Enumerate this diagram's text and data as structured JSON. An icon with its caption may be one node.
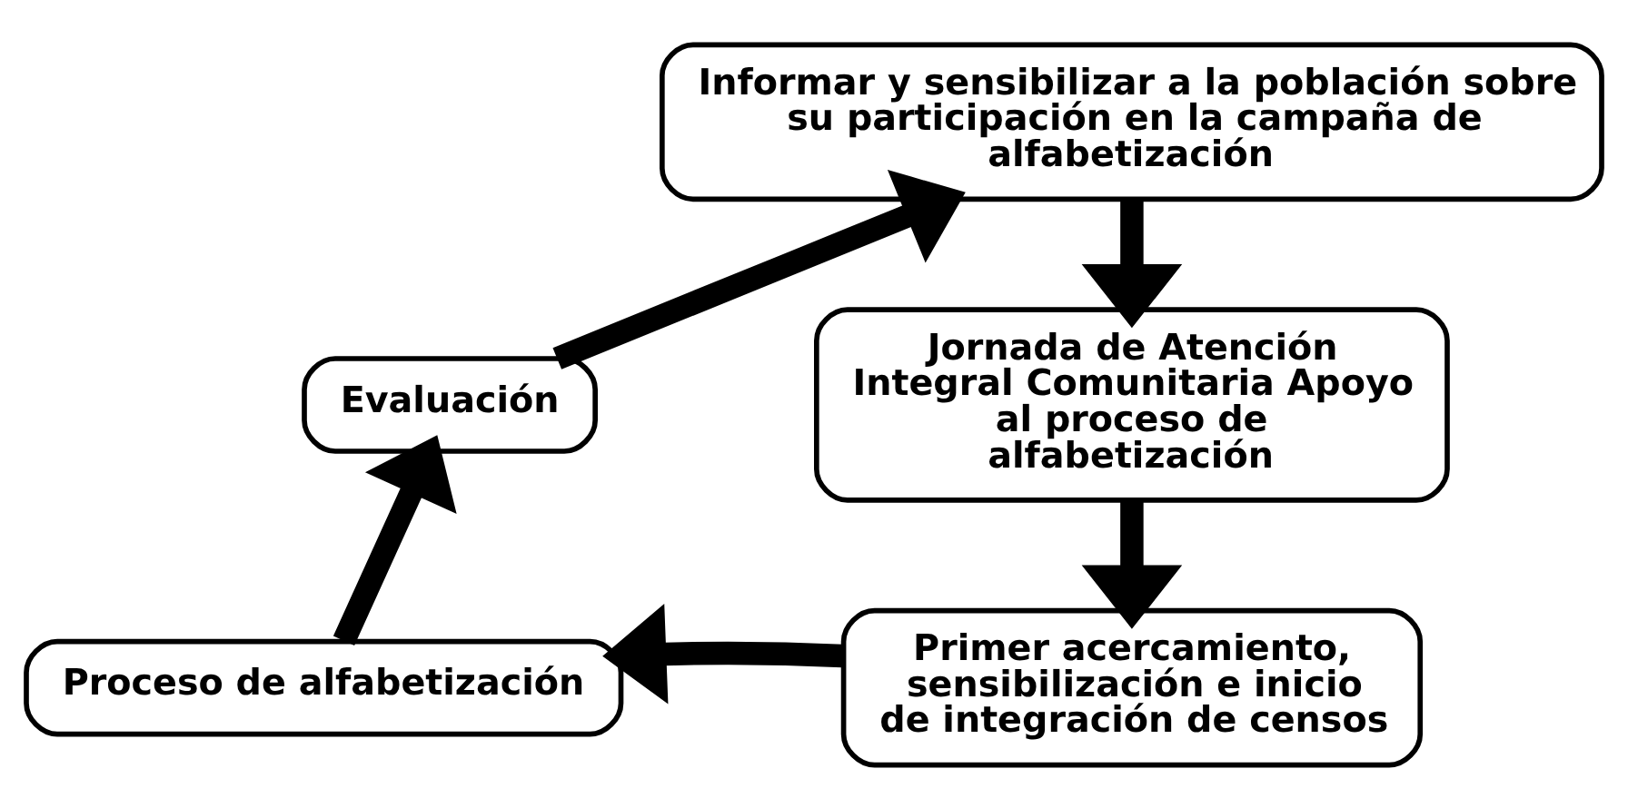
{
  "diagram": {
    "nodes": [
      {
        "text": [
          "Informar y sensibilizar a la población sobre su participación en la campaña de alfabetización"
        ]
      },
      {
        "text": [
          "Jornada de Atención Integral Comunitaria Apoyo al proceso de alfabetización"
        ]
      },
      {
        "text": [
          "Primer acercamiento, sensibilización e inicio de integración de censos"
        ]
      },
      {
        "text": [
          "Proceso de alfabetización"
        ]
      },
      {
        "text": [
          "Evaluación"
        ]
      }
    ],
    "edges": [
      {
        "from": 0,
        "to": 1,
        "arrow": "to"
      },
      {
        "from": 1,
        "to": 2,
        "arrow": "to"
      },
      {
        "from": 2,
        "to": 3,
        "arrow": "to"
      },
      {
        "from": 3,
        "to": 4,
        "arrow": "to"
      },
      {
        "from": 4,
        "to": 0,
        "arrow": "to"
      }
    ]
  }
}
